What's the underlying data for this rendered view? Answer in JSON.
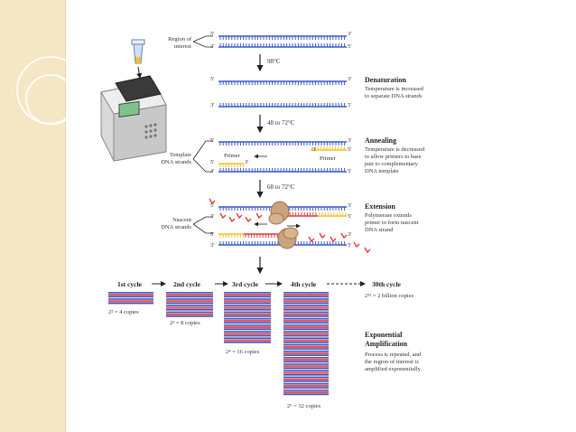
{
  "colors": {
    "strand_blue": "#3a58c8",
    "primer_yellow": "#f2c12e",
    "nascent_red": "#e03a3a",
    "sidebar": "#f5e6c4",
    "polymerase": "#caa27c"
  },
  "labels": {
    "region_of_interest": "Region of\ninterest",
    "template_strands": "Template\nDNA strands",
    "nascent_strands": "Nascent\nDNA strands",
    "primer_left": "Primer",
    "primer_right": "Primer",
    "five_prime": "5'",
    "three_prime": "3'"
  },
  "temps": {
    "denature": "98°C",
    "anneal": "48 to 72°C",
    "extend": "68 to 72°C"
  },
  "steps": {
    "denaturation": {
      "title": "Denaturation",
      "desc": "Temperature is increased\nto separate DNA strands"
    },
    "annealing": {
      "title": "Annealing",
      "desc": "Temperature is decreased\nto allow primers to base\npair to complementary\nDNA template"
    },
    "extension": {
      "title": "Extension",
      "desc": "Polymerase extends\nprimer to form nascent\nDNA strand"
    },
    "amplification": {
      "title": "Exponential\nAmplification",
      "desc": "Process is repeated, and\nthe region of interest is\namplified exponentially"
    }
  },
  "cycles": [
    {
      "label": "1st cycle",
      "copies": "2² = 4 copies",
      "rows": 2
    },
    {
      "label": "2nd cycle",
      "copies": "2³ = 8 copies",
      "rows": 4
    },
    {
      "label": "3rd cycle",
      "copies": "2⁴ = 16 copies",
      "rows": 8
    },
    {
      "label": "4th cycle",
      "copies": "2⁵ = 32 copies",
      "rows": 16
    }
  ],
  "final_cycle": {
    "label": "30th cycle",
    "copies": "2³¹ = 2 billion copies"
  }
}
